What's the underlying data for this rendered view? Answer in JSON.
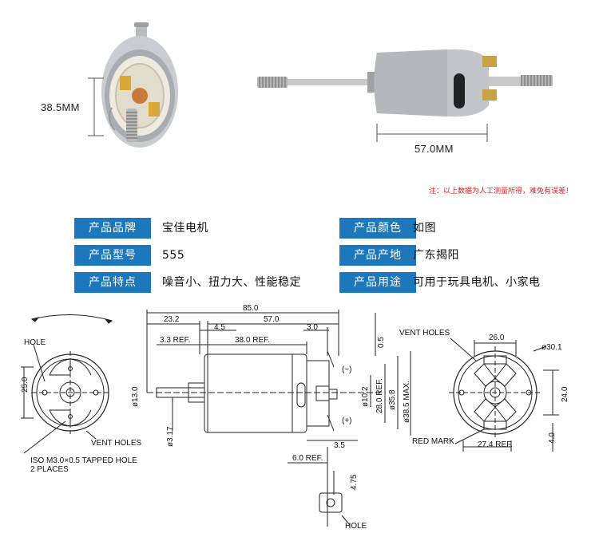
{
  "photos": {
    "front_diameter_label": "38.5MM",
    "side_length_label": "57.0MM",
    "note": "注：以上数据为人工测量所得，难免有误差！"
  },
  "specs": [
    {
      "label": "产品品牌",
      "value": "宝佳电机"
    },
    {
      "label": "产品颜色",
      "value": "如图"
    },
    {
      "label": "产品型号",
      "value": "555"
    },
    {
      "label": "产品产地",
      "value": "广东揭阳"
    },
    {
      "label": "产品特点",
      "value": "噪音小、扭力大、性能稳定"
    },
    {
      "label": "产品用途",
      "value": "可用于玩具电机、小家电"
    }
  ],
  "drawing": {
    "left_view": {
      "hole": "HOLE",
      "dim_25": "25.0",
      "vent_holes": "VENT HOLES",
      "iso_line1": "ISO M3.0×0.5 TAPPED HOLE",
      "iso_line2": "2 PLACES"
    },
    "side_view": {
      "d_85": "85.0",
      "d_23_2": "23.2",
      "d_57": "57.0",
      "d_4_5": "4.5",
      "d_3_0": "3.0",
      "d_3_3ref": "3.3 REF.",
      "d_38ref": "38.0 REF.",
      "d_0_5": "0.5",
      "minus": "(−)",
      "plus": "(+)",
      "d_13": "ø13.0",
      "d_10_2": "ø10.2",
      "d_28ref": "28.0 REF.",
      "d_35_8": "ø35.8",
      "d_38_5max": "ø38.5 MAX.",
      "d_3_17": "ø3.17",
      "d_3_5": "3.5",
      "d_6ref": "6.0 REF.",
      "d_4_75": "4.75",
      "hole": "HOLE"
    },
    "right_view": {
      "vent_holes": "VENT HOLES",
      "d_26": "26.0",
      "d_30_1": "ø30.1",
      "d_24": "24.0",
      "red_mark": "RED MARK",
      "d_27_4ref": "27.4 REF.",
      "d_4_0": "4.0"
    }
  }
}
